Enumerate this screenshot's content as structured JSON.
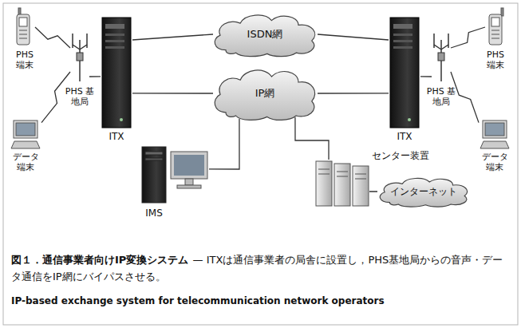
{
  "diagram": {
    "title": "図１．通信事業者向けIP変換システム",
    "caption": "— ITXは通信事業者の局舎に設置し，PHS基地局からの音声・データ通信をIP網にバイパスさせる。",
    "nodes": [
      {
        "text": [
          "PHS 端末"
        ]
      },
      {
        "text": [
          "ISDN網"
        ]
      },
      {
        "text": [
          "PHS 端末"
        ]
      },
      {
        "text": [
          "PHS 基地局"
        ]
      },
      {
        "text": [
          "ITX"
        ]
      },
      {
        "text": [
          "IP網"
        ]
      },
      {
        "text": [
          "ITX"
        ]
      },
      {
        "text": [
          "PHS 基地局"
        ]
      },
      {
        "text": [
          "データ 端末"
        ]
      },
      {
        "text": [
          "センター装置"
        ]
      },
      {
        "text": [
          "データ 端末"
        ]
      },
      {
        "text": [
          "IMS"
        ]
      },
      {
        "text": [
          "インターネット"
        ]
      }
    ],
    "edges": [
      {
        "from": 0,
        "to": 3,
        "arrow": "none"
      },
      {
        "from": 8,
        "to": 3,
        "arrow": "none"
      },
      {
        "from": 2,
        "to": 7,
        "arrow": "none"
      },
      {
        "from": 10,
        "to": 7,
        "arrow": "none"
      },
      {
        "from": 3,
        "to": 4,
        "arrow": "none"
      },
      {
        "from": 4,
        "to": 1,
        "arrow": "none"
      },
      {
        "from": 4,
        "to": 5,
        "arrow": "none"
      },
      {
        "from": 6,
        "to": 1,
        "arrow": "none"
      },
      {
        "from": 6,
        "to": 5,
        "arrow": "none"
      },
      {
        "from": 7,
        "to": 6,
        "arrow": "none"
      },
      {
        "from": 11,
        "to": 5,
        "arrow": "none"
      },
      {
        "from": 9,
        "to": 5,
        "arrow": "none"
      },
      {
        "from": 9,
        "to": 12,
        "arrow": "none"
      }
    ],
    "labels": [
      "IP-based exchange system for telecommunication network operators"
    ]
  }
}
